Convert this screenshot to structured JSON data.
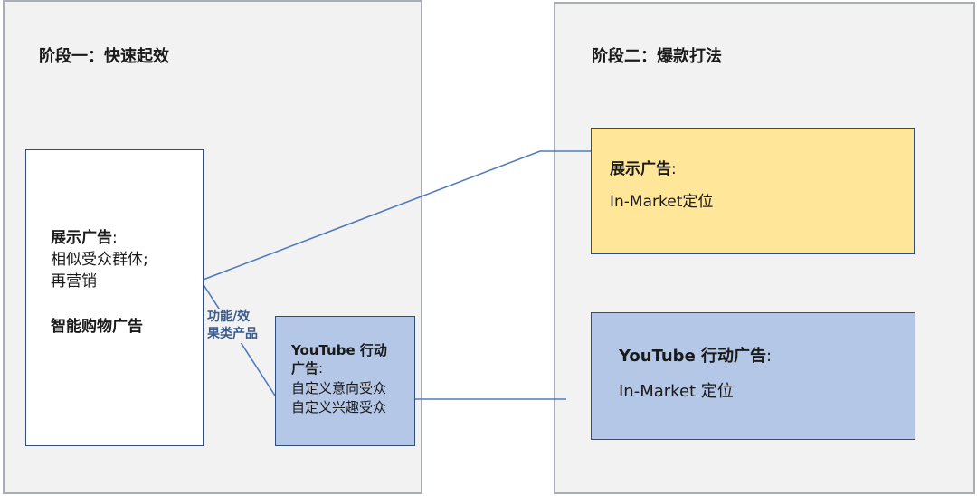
{
  "stage_one": {
    "title": "阶段一：快速起效",
    "display_box": {
      "heading": "展示广告",
      "heading_colon": ":",
      "line1": "相似受众群体;",
      "line2": "再营销",
      "smart_shopping": "智能购物广告"
    },
    "youtube_box": {
      "line1": "YouTube 行动",
      "line2_bold": "广告",
      "line2_colon": ":",
      "line3": "自定义意向受众",
      "line4": "自定义兴趣受众"
    },
    "link_label": {
      "line1": "功能/效",
      "line2": "果类产品"
    }
  },
  "stage_two": {
    "title": "阶段二：爆款打法",
    "display_box": {
      "heading": "展示广告",
      "heading_colon": ":",
      "line1": "In-Market定位"
    },
    "youtube_box": {
      "heading": "YouTube 行动广告",
      "heading_colon": ":",
      "line1": "In-Market 定位"
    }
  },
  "colors": {
    "frame_border": "#a9aeb6",
    "frame_fill": "#f2f2f2",
    "box_border": "#2f4d7e",
    "blue_box": "#b4c7e7",
    "yellow_box": "#ffe699",
    "connector": "#4f7bbd"
  }
}
